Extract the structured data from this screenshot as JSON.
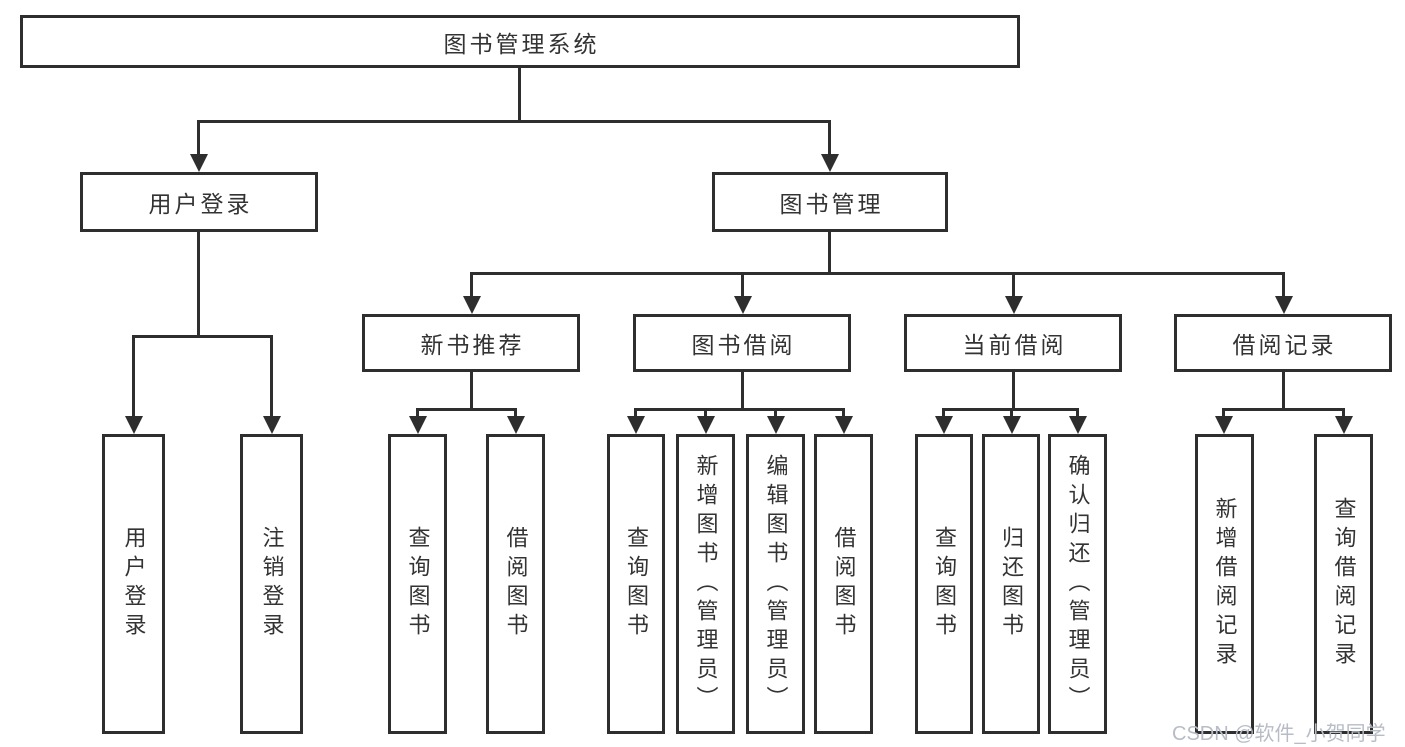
{
  "tree": {
    "root": {
      "label": "图书管理系统"
    },
    "branches": [
      {
        "label": "用户登录",
        "leaves": [
          "用户登录",
          "注销登录"
        ]
      },
      {
        "label": "图书管理",
        "groups": [
          {
            "label": "新书推荐",
            "leaves": [
              "查询图书",
              "借阅图书"
            ]
          },
          {
            "label": "图书借阅",
            "leaves": [
              "查询图书",
              "新增图书（管理员）",
              "编辑图书（管理员）",
              "借阅图书"
            ]
          },
          {
            "label": "当前借阅",
            "leaves": [
              "查询图书",
              "归还图书",
              "确认归还（管理员）"
            ]
          },
          {
            "label": "借阅记录",
            "leaves": [
              "新增借阅记录",
              "查询借阅记录"
            ]
          }
        ]
      }
    ]
  },
  "watermark": {
    "text": "CSDN @软件_小贺同学"
  },
  "colors": {
    "line": "#2e2e2e",
    "text": "#333333",
    "background": "#ffffff",
    "watermark": "#b7bcc6"
  }
}
